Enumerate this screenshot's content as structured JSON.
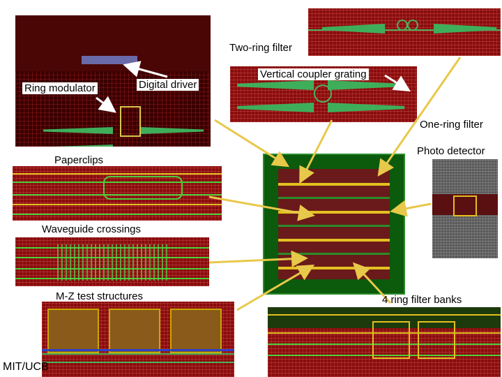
{
  "labels": {
    "two_ring_filter": "Two-ring filter",
    "ring_modulator": "Ring modulator",
    "digital_driver": "Digital driver",
    "vertical_coupler_grating": "Vertical coupler grating",
    "one_ring_filter": "One-ring filter",
    "photo_detector": "Photo detector",
    "paperclips": "Paperclips",
    "waveguide_crossings": "Waveguide crossings",
    "mz_test_structures": "M-Z test structures",
    "four_ring_filter_banks": "4 ring filter banks",
    "mit_ucb": "MIT/UCB"
  },
  "colors": {
    "arrow": "#e8c84a",
    "pointer_arrow": "#000000",
    "waveguide": "#3fae5a",
    "substrate_red": "#8a0c0c"
  }
}
